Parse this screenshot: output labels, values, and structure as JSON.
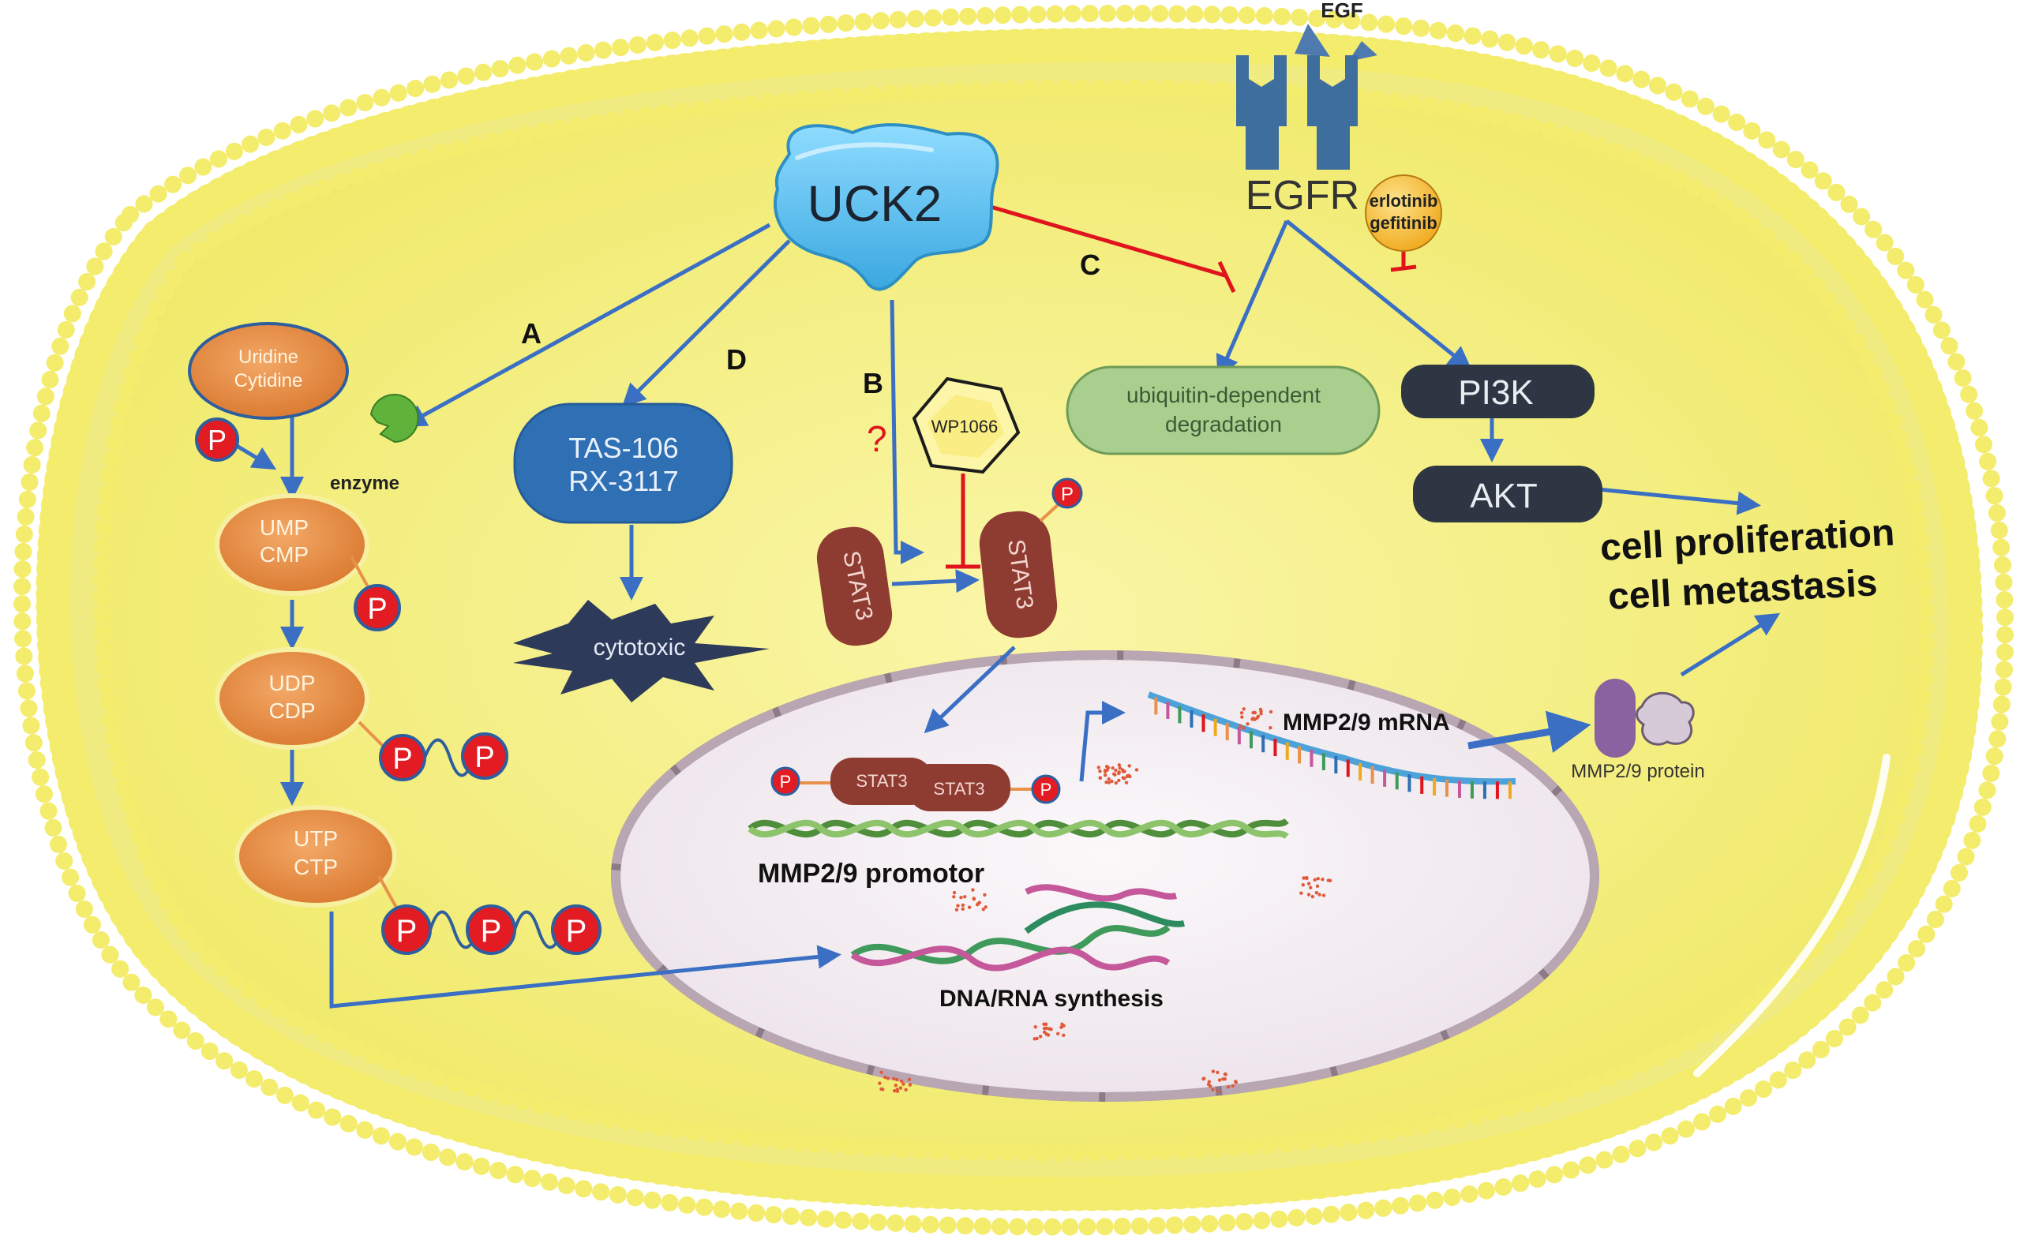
{
  "colors": {
    "membrane_head": "#f5ec7a",
    "membrane_line": "#5b6aa8",
    "cytoplasm": "#f6f28a",
    "nucleus_fill": "#f4eef2",
    "nucleus_border": "#8c7a86",
    "arrow": "#3a6fc4",
    "inhibit": "#e0141c",
    "orange_node": "#e8914a",
    "dark_box": "#2d3642",
    "blue_box": "#2f6fb4",
    "green_box": "#a8cf8e",
    "stat3": "#8e3b32",
    "phospho": "#e31b23",
    "uck2": "#5cc3ee"
  },
  "labels": {
    "egf": "EGF",
    "egfr": "EGFR",
    "uck2": "UCK2",
    "drug_egfr_1": "erlotinib",
    "drug_egfr_2": "gefitinib",
    "pi3k": "PI3K",
    "akt": "AKT",
    "ubiquitin_1": "ubiquitin-dependent",
    "ubiquitin_2": "degradation",
    "outcome_1": "cell proliferation",
    "outcome_2": "cell metastasis",
    "uridine": "Uridine",
    "cytidine": "Cytidine",
    "ump": "UMP",
    "cmp": "CMP",
    "udp": "UDP",
    "cdp": "CDP",
    "utp": "UTP",
    "ctp": "CTP",
    "enzyme": "enzyme",
    "phospho": "P",
    "path_a": "A",
    "path_b": "B",
    "path_c": "C",
    "path_d": "D",
    "unknown": "?",
    "tas106": "TAS-106",
    "rx3117": "RX-3117",
    "cytotoxic": "cytotoxic",
    "wp1066": "WP1066",
    "stat3": "STAT3",
    "mmp_mrna": "MMP2/9 mRNA",
    "mmp_protein": "MMP2/9 protein",
    "mmp_promotor": "MMP2/9 promotor",
    "dna_rna": "DNA/RNA synthesis"
  }
}
